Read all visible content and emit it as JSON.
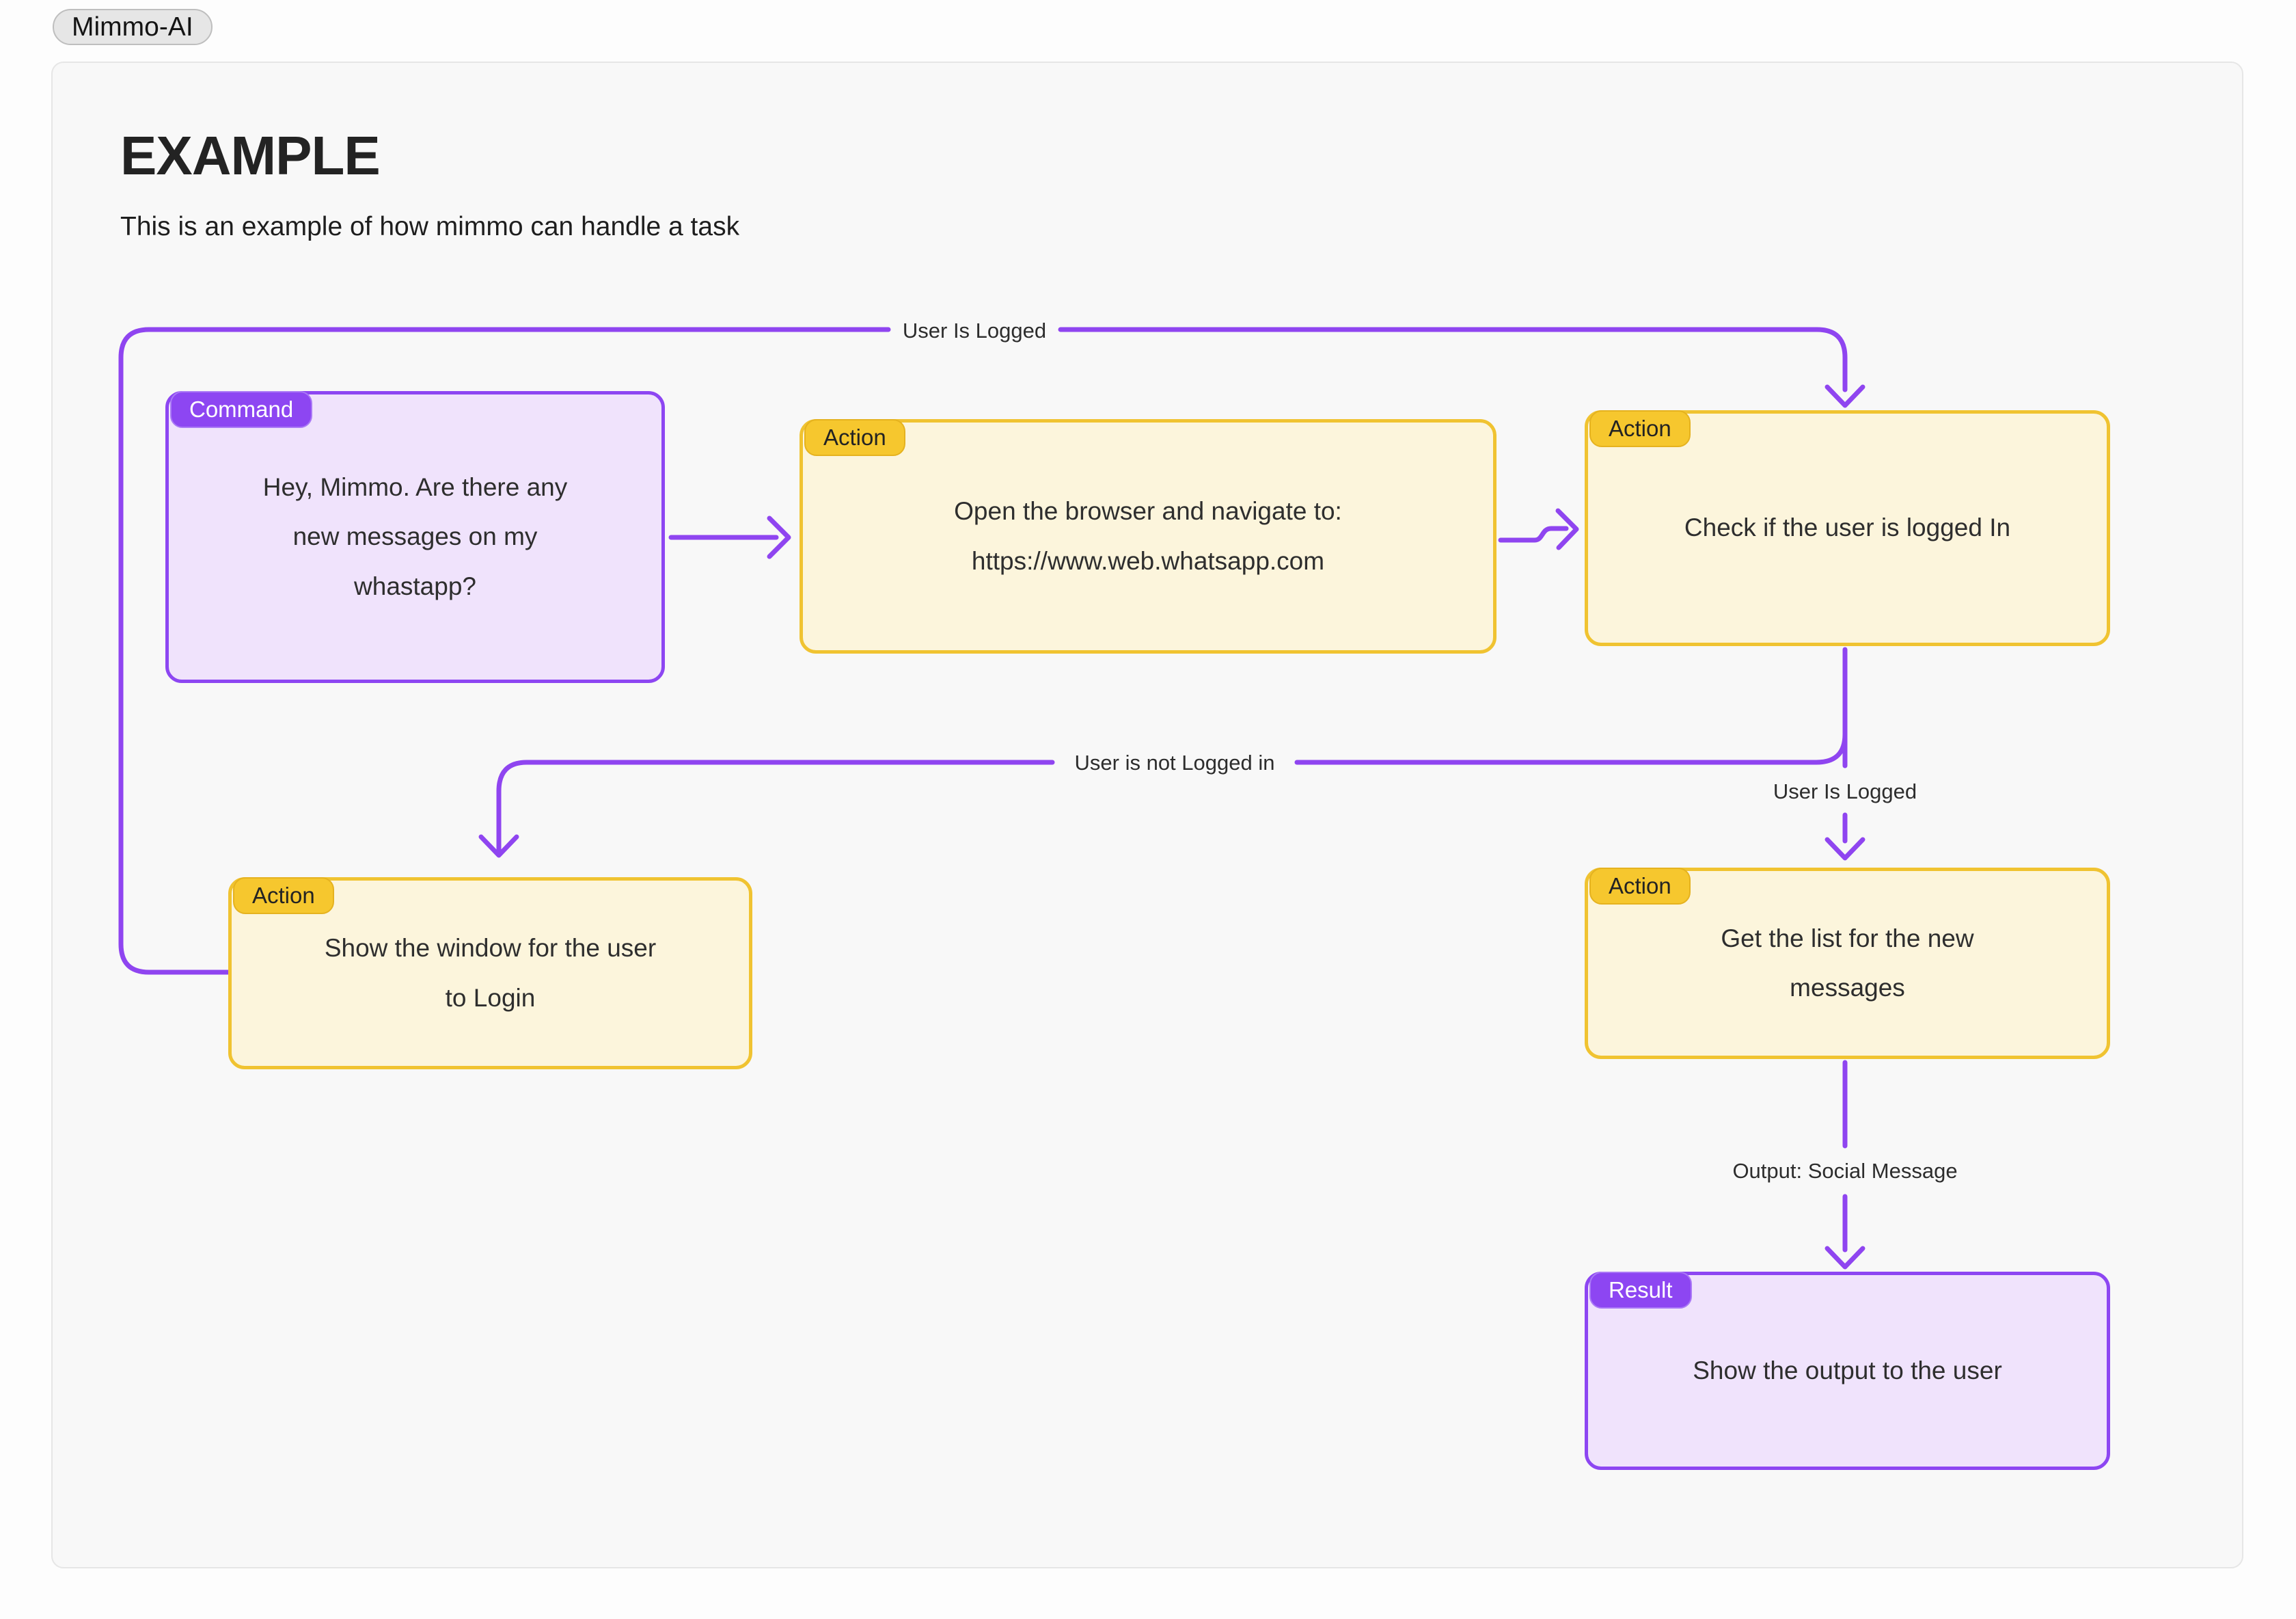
{
  "window": {
    "app_badge": "Mimmo-AI"
  },
  "header": {
    "title": "EXAMPLE",
    "subtitle": "This is an example of how mimmo can handle a task"
  },
  "flowchart": {
    "nodes": {
      "command": {
        "badge": "Command",
        "text": "Hey, Mimmo. Are there any new messages on my whastapp?"
      },
      "open_browser": {
        "badge": "Action",
        "text": "Open the browser and navigate to: https://www.web.whatsapp.com"
      },
      "check_login": {
        "badge": "Action",
        "text": "Check if the user is logged In"
      },
      "show_login": {
        "badge": "Action",
        "text": "Show the window for the user to Login"
      },
      "get_messages": {
        "badge": "Action",
        "text": "Get the list for the new messages"
      },
      "result": {
        "badge": "Result",
        "text": "Show the output to the user"
      }
    },
    "edge_labels": {
      "user_logged_top": "User Is Logged",
      "user_not_logged": "User is not Logged in",
      "user_logged_right": "User Is Logged",
      "output_social": "Output: Social Message"
    },
    "colors": {
      "edge_purple": "#8f45f0",
      "purple_node_fill": "#f0e3fc",
      "purple_node_border": "#8d46f2",
      "yellow_node_fill": "#fcf5dc",
      "yellow_node_border": "#f0c331",
      "yellow_badge_fill": "#f6c72e"
    }
  }
}
